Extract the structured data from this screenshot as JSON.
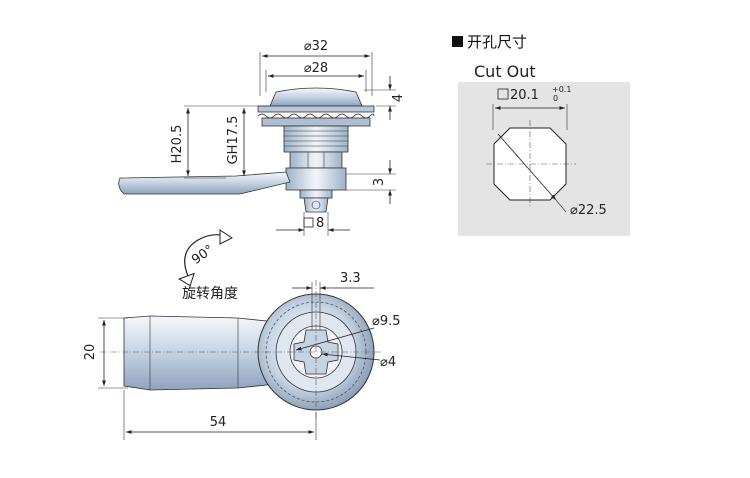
{
  "side_view": {
    "dims": {
      "d32": "⌀32",
      "d28": "⌀28",
      "h4": "4",
      "h3": "3",
      "h20_5": "H20.5",
      "gh17_5": "GH17.5",
      "sq8": "8"
    }
  },
  "rotation": {
    "angle": "90°",
    "label": "旋转角度"
  },
  "cutout": {
    "title": "开孔尺寸",
    "subtitle": "Cut Out",
    "dim_width": "20.1",
    "tol_upper": "+0.1",
    "tol_lower": "0",
    "dim_diameter": "⌀22.5"
  },
  "front_view": {
    "dims": {
      "d3_3": "3.3",
      "d9_5": "⌀9.5",
      "d4": "⌀4",
      "h20": "20",
      "w54": "54"
    }
  },
  "colors": {
    "metal_light": "#e4ecf6",
    "metal_dark": "#8fa3bd",
    "cutout_bg": "#e4e4e4"
  }
}
